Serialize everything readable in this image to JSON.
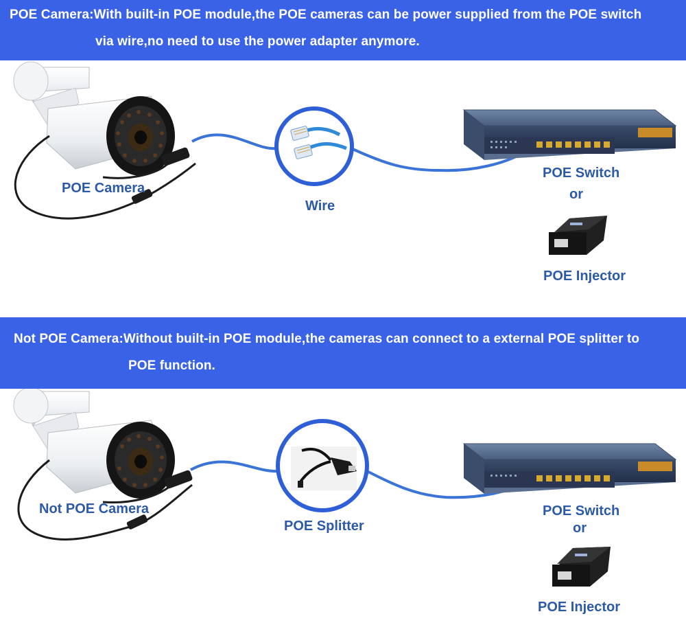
{
  "colors": {
    "banner_bg": "#3a62e6",
    "banner_text": "#ffffff",
    "label_text": "#2c5aa8",
    "cable_blue": "#3a74d6"
  },
  "icons": [
    "bullet-camera-icon",
    "ethernet-connector-icon",
    "poe-switch-icon",
    "poe-injector-icon",
    "poe-splitter-icon"
  ],
  "poe_section": {
    "banner_line1": "POE Camera:With built-in POE module,the POE cameras can be power supplied from the POE switch",
    "banner_line2": "via wire,no need to use the power adapter anymore.",
    "camera_label": "POE Camera",
    "wire_label": "Wire",
    "switch_label": "POE Switch",
    "or_label": "or",
    "injector_label": "POE Injector"
  },
  "non_poe_section": {
    "banner_line1": "Not POE Camera:Without built-in POE module,the cameras can connect to a external POE splitter to",
    "banner_line2": "POE function.",
    "camera_label": "Not POE Camera",
    "splitter_label": "POE Splitter",
    "switch_label": "POE Switch",
    "or_label": "or",
    "injector_label": "POE Injector"
  }
}
